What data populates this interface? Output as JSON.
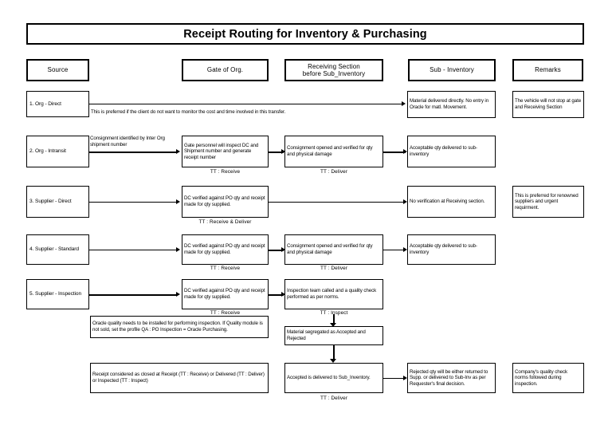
{
  "title": "Receipt Routing for Inventory & Purchasing",
  "columns": [
    {
      "label": "Source"
    },
    {
      "label": "Gate of Org."
    },
    {
      "label": "Receiving Section\nbefore Sub_Inventory"
    },
    {
      "label": "Sub - Inventory"
    },
    {
      "label": "Remarks"
    }
  ],
  "rows": [
    {
      "source": "1. Org - Direct",
      "note_between": "This is preferred if the client do not want to monitor the cost and time involved in this transfer.",
      "sub_inventory": "Material delivered directly. No entry in Oracle for matl. Movement.",
      "remarks": "The vehicle will not stop at gate and Receiving Section"
    },
    {
      "source": "2. Org - Intransit",
      "note_between": "Consignment identified by Inter Org shipment number",
      "gate": "Gate personnel will inspect DC and Shipment number and generate receipt number",
      "gate_tt": "TT : Receive",
      "receiving": "Consignment opened and verified for qty and physical damage",
      "receiving_tt": "TT : Deliver",
      "sub_inventory": "Acceptable qty delivered to sub-inventory"
    },
    {
      "source": "3. Supplier - Direct",
      "gate": "DC verified against PO qty and receipt made for qty supplied.",
      "gate_tt": "TT : Receive & Deliver",
      "sub_inventory": "No verification at Receiving section.",
      "remarks": "This is preferred for renowned suppliers and urgent requirment."
    },
    {
      "source": "4. Supplier - Standard",
      "gate": "DC verified against PO qty and receipt made for qty supplied.",
      "gate_tt": "TT : Receive",
      "receiving": "Consignment opened and verified for qty and physical damage",
      "receiving_tt": "TT : Deliver",
      "sub_inventory": "Acceptable qty delivered to sub-inventory"
    },
    {
      "source": "5. Supplier - Inspection",
      "gate": "DC verified against PO qty and receipt made for qty supplied.",
      "gate_tt": "TT : Receive",
      "receiving": "Inspection team called and a quality check performed as per norms.",
      "receiving_tt": "TT : Inspect"
    }
  ],
  "extra": {
    "oracle_quality_note": "Oracle quality needs to be installed for performing inspection. If Quality module is not sold, set the profile QA : PO Inspection = Oracle Purchasing.",
    "segregated": "Material segregated as Accepted and Rejected",
    "receipt_closed": "Receipt considered as closed at Receipt (TT : Receive) or Delivered (TT : Deliver) or Inspected (TT : Inspect)",
    "accepted_delivered": "Accepted is delivered to Sub_Inventory.",
    "accepted_delivered_tt": "TT : Deliver",
    "rejected": "Rejected qty will be either returned to Supp. or delivered to Sub-Inv as per Requester's final decision.",
    "company_norms": "Company's quality check norms followed during inspection."
  },
  "colors": {
    "background": "#ffffff",
    "line": "#000000",
    "text": "#000000"
  }
}
